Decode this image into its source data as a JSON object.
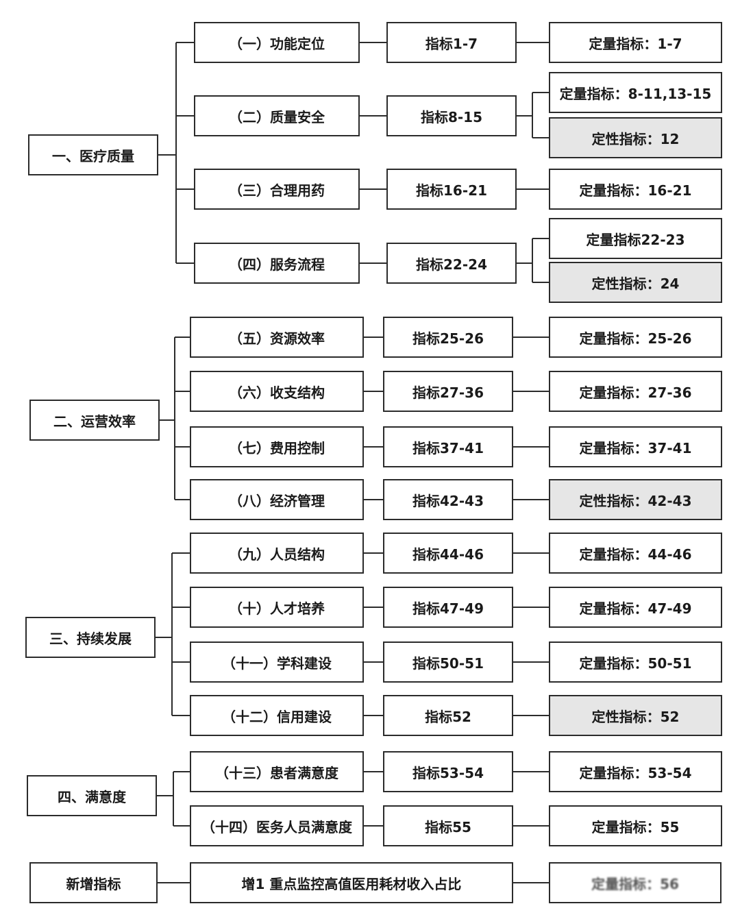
{
  "colors": {
    "line": "#2b2b2b",
    "qualitative_fill": "#e6e6e6",
    "box_fill": "#ffffff"
  },
  "groups": [
    {
      "label": "一、医疗质量",
      "items": [
        {
          "category": "（一）功能定位",
          "index": "指标1-7",
          "results": [
            {
              "text": "定量指标：1-7",
              "kind": "quant"
            }
          ]
        },
        {
          "category": "（二）质量安全",
          "index": "指标8-15",
          "results": [
            {
              "text": "定量指标：8-11,13-15",
              "kind": "quant"
            },
            {
              "text": "定性指标：12",
              "kind": "qual"
            }
          ]
        },
        {
          "category": "（三）合理用药",
          "index": "指标16-21",
          "results": [
            {
              "text": "定量指标：16-21",
              "kind": "quant"
            }
          ]
        },
        {
          "category": "（四）服务流程",
          "index": "指标22-24",
          "results": [
            {
              "text": "定量指标22-23",
              "kind": "quant"
            },
            {
              "text": "定性指标：24",
              "kind": "qual"
            }
          ]
        }
      ]
    },
    {
      "label": "二、运营效率",
      "items": [
        {
          "category": "（五）资源效率",
          "index": "指标25-26",
          "results": [
            {
              "text": "定量指标：25-26",
              "kind": "quant"
            }
          ]
        },
        {
          "category": "（六）收支结构",
          "index": "指标27-36",
          "results": [
            {
              "text": "定量指标：27-36",
              "kind": "quant"
            }
          ]
        },
        {
          "category": "（七）费用控制",
          "index": "指标37-41",
          "results": [
            {
              "text": "定量指标：37-41",
              "kind": "quant"
            }
          ]
        },
        {
          "category": "（八）经济管理",
          "index": "指标42-43",
          "results": [
            {
              "text": "定性指标：42-43",
              "kind": "qual"
            }
          ]
        }
      ]
    },
    {
      "label": "三、持续发展",
      "items": [
        {
          "category": "（九）人员结构",
          "index": "指标44-46",
          "results": [
            {
              "text": "定量指标：44-46",
              "kind": "quant"
            }
          ]
        },
        {
          "category": "（十）人才培养",
          "index": "指标47-49",
          "results": [
            {
              "text": "定量指标：47-49",
              "kind": "quant"
            }
          ]
        },
        {
          "category": "（十一）学科建设",
          "index": "指标50-51",
          "results": [
            {
              "text": "定量指标：50-51",
              "kind": "quant"
            }
          ]
        },
        {
          "category": "（十二）信用建设",
          "index": "指标52",
          "results": [
            {
              "text": "定性指标：52",
              "kind": "qual"
            }
          ]
        }
      ]
    },
    {
      "label": "四、满意度",
      "items": [
        {
          "category": "（十三）患者满意度",
          "index": "指标53-54",
          "results": [
            {
              "text": "定量指标：53-54",
              "kind": "quant"
            }
          ]
        },
        {
          "category": "（十四）医务人员满意度",
          "index": "指标55",
          "results": [
            {
              "text": "定量指标：55",
              "kind": "quant"
            }
          ]
        }
      ]
    }
  ],
  "new_indicator": {
    "label": "新增指标",
    "content": "增1 重点监控高值医用耗材收入占比",
    "result": "定量指标：56"
  }
}
